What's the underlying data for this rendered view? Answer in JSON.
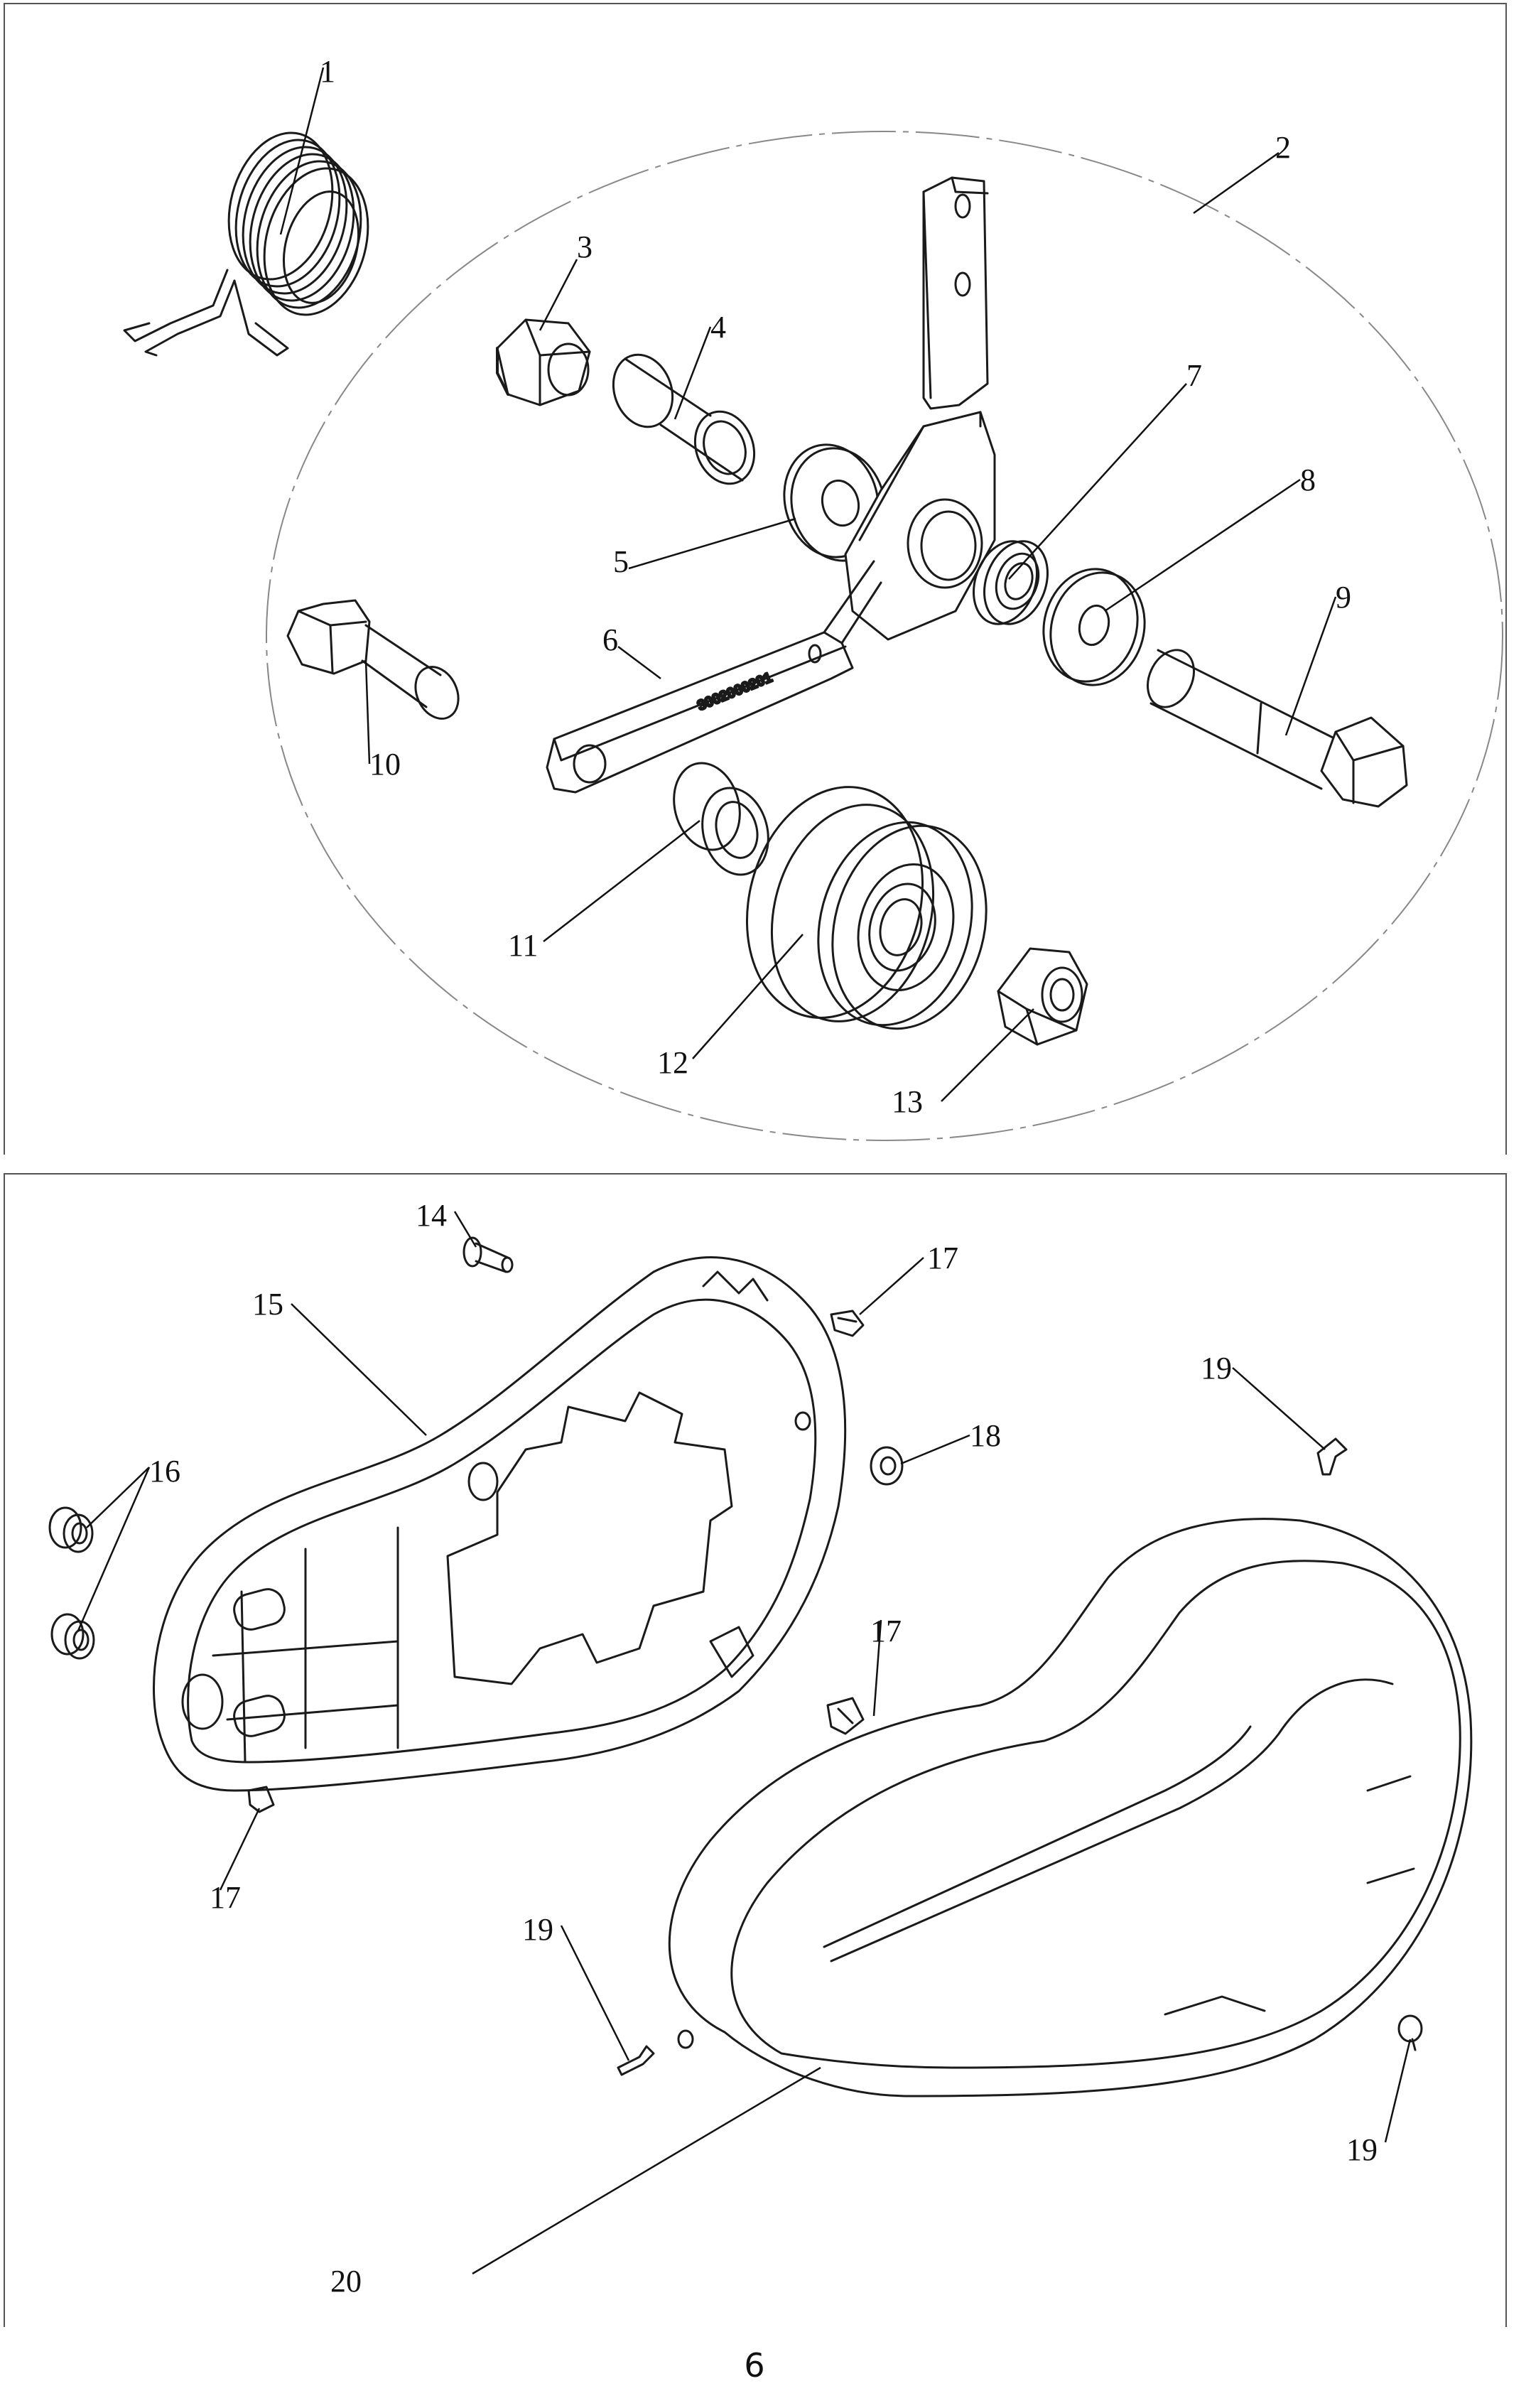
{
  "page_number": "6",
  "arm_marking": "3002000201",
  "callouts": {
    "c1": "1",
    "c2": "2",
    "c3": "3",
    "c4": "4",
    "c5": "5",
    "c6": "6",
    "c7": "7",
    "c8": "8",
    "c9": "9",
    "c10": "10",
    "c11": "11",
    "c12": "12",
    "c13": "13",
    "c14": "14",
    "c15": "15",
    "c16": "16",
    "c17a": "17",
    "c17b": "17",
    "c17c": "17",
    "c18": "18",
    "c19a": "19",
    "c19b": "19",
    "c19c": "19",
    "c20": "20"
  }
}
